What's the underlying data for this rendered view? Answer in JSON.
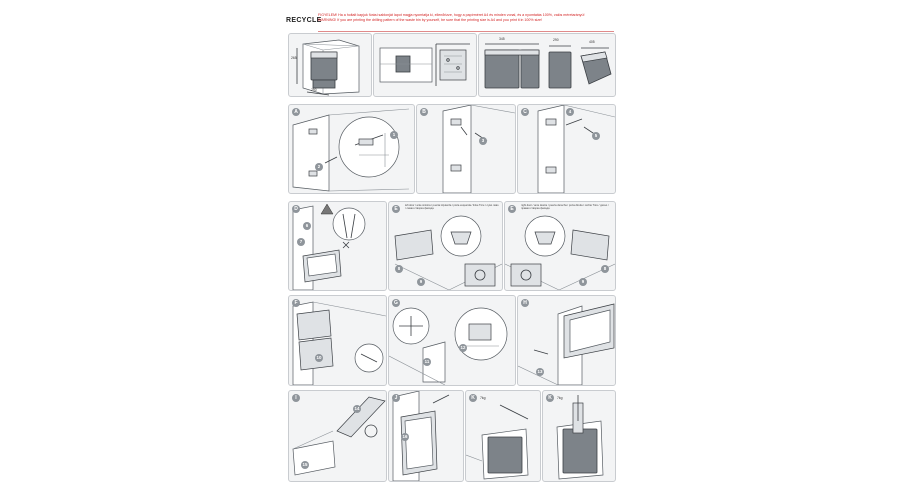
{
  "header": {
    "title": "RECYCLE",
    "warning_hu": "FIGYELEM! Ha a holtalt kapjuk fúrási sablonját lapot magja nyomtatja ki, ellenőrizze, hogy a papírméret A4 és minden vonal, és a nyomtatás 100%, valós méretarányú!",
    "warning_en": "WARNING! If you are printing the drilling pattern of the waste bin by yourself, be sure that the printing size is A4 and you print it in 100% size!"
  },
  "panels": {
    "top": [
      {
        "id": "overview-cabinet",
        "dims": [
          "265",
          "290"
        ]
      },
      {
        "id": "overview-drilling",
        "dims": []
      },
      {
        "id": "overview-bins",
        "dims": [
          "345",
          "290",
          "405"
        ]
      }
    ],
    "steps": [
      {
        "letter": "A",
        "numbers": [
          "1",
          "2"
        ]
      },
      {
        "letter": "B",
        "numbers": [
          "3"
        ]
      },
      {
        "letter": "C",
        "numbers": [
          "4",
          "5"
        ]
      },
      {
        "letter": "D",
        "numbers": [
          "6",
          "7"
        ]
      },
      {
        "letter": "E",
        "numbers": [
          "8",
          "9"
        ],
        "note": "left door / ante sinistra / puerta izquierda / porta esquerda / linke Türe / луво ляво / левая створка фасада"
      },
      {
        "letter": "E",
        "numbers": [
          "8",
          "9"
        ],
        "note": "right door / ante destra / puerta derecha / porta direita / rechte Türe / дясно / правая створка фасада"
      },
      {
        "letter": "F",
        "numbers": [
          "10"
        ]
      },
      {
        "letter": "G",
        "numbers": [
          "11",
          "12"
        ]
      },
      {
        "letter": "H",
        "numbers": [
          "13"
        ]
      },
      {
        "letter": "I",
        "numbers": [
          "14",
          "15"
        ]
      },
      {
        "letter": "J",
        "numbers": [
          "16"
        ]
      },
      {
        "letter": "K",
        "numbers": [
          "7kg"
        ]
      },
      {
        "letter": "K",
        "numbers": [
          "7kg"
        ]
      }
    ]
  },
  "colors": {
    "warning": "#d21e1e",
    "panel": "#f3f4f5",
    "badge": "#8f959b",
    "bin": "#7d8389"
  }
}
